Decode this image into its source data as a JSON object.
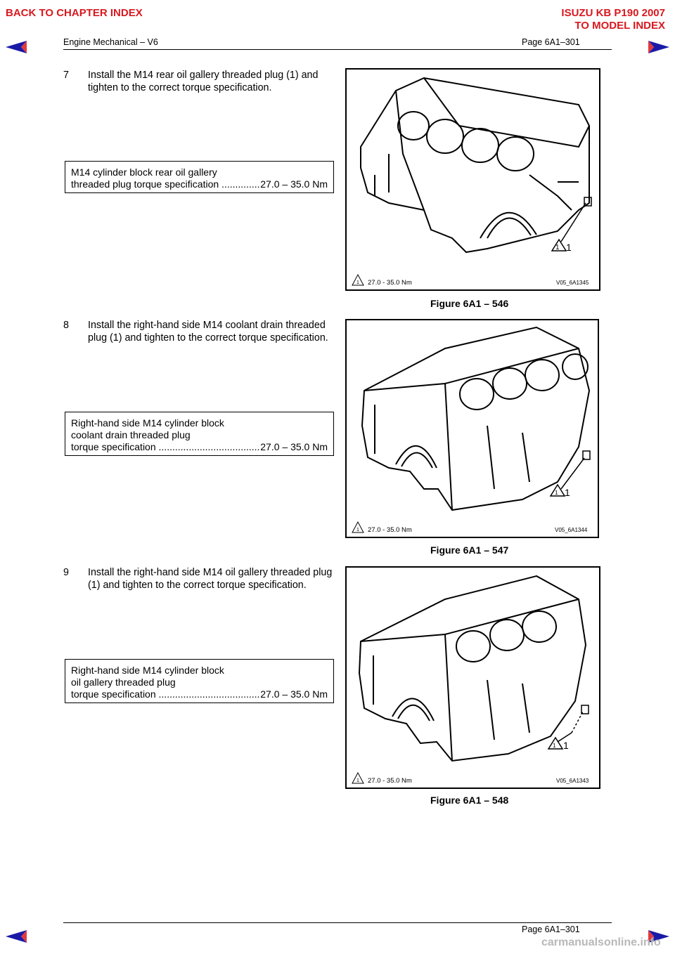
{
  "header": {
    "back_link": "BACK TO CHAPTER INDEX",
    "model_line1": "ISUZU KB P190 2007",
    "model_line2": "TO MODEL INDEX",
    "section": "Engine Mechanical – V6",
    "page": "Page 6A1–301"
  },
  "footer": {
    "page": "Page 6A1–301"
  },
  "nav": {
    "prev_icon": "left-arrow-icon",
    "next_icon": "right-arrow-icon",
    "accent": "#d8181f",
    "arrow_color": "#1a1aa8"
  },
  "steps": [
    {
      "number": "7",
      "text": "Install the M14 rear oil gallery threaded plug (1) and tighten to the correct torque specification.",
      "spec_lines": [
        "M14 cylinder block rear oil gallery"
      ],
      "spec_last_label": "threaded plug torque specification",
      "spec_value": "27.0 – 35.0 Nm",
      "figure": {
        "callout": "1",
        "torque": "27.0 - 35.0 Nm",
        "code": "V05_6A1345",
        "caption": "Figure 6A1 – 546"
      }
    },
    {
      "number": "8",
      "text": "Install the right-hand side M14 coolant drain threaded plug (1) and tighten to the correct torque specification.",
      "spec_lines": [
        "Right-hand side M14 cylinder block",
        "coolant drain threaded plug"
      ],
      "spec_last_label": "torque specification",
      "spec_value": "27.0 – 35.0 Nm",
      "figure": {
        "callout": "1",
        "torque": "27.0 - 35.0 Nm",
        "code": "V05_6A1344",
        "caption": "Figure 6A1 – 547"
      }
    },
    {
      "number": "9",
      "text": "Install the right-hand side M14 oil gallery threaded plug (1) and tighten to the correct torque specification.",
      "spec_lines": [
        "Right-hand side M14 cylinder block",
        "oil gallery threaded plug"
      ],
      "spec_last_label": "torque specification",
      "spec_value": "27.0 – 35.0 Nm",
      "figure": {
        "callout": "1",
        "torque": "27.0 - 35.0 Nm",
        "code": "V05_6A1343",
        "caption": "Figure 6A1 – 548"
      }
    }
  ],
  "watermark": "carmanualsonline.info"
}
